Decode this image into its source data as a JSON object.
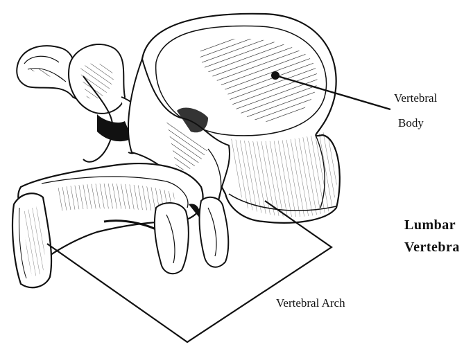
{
  "labels": {
    "vertebral_body_line1": "Vertebral",
    "vertebral_body_line2": "Body",
    "vertebral_arch": "Vertebral Arch"
  },
  "title": {
    "line1": "Lumbar",
    "line2": "Vertebra"
  },
  "colors": {
    "ink": "#111111",
    "background": "#ffffff"
  }
}
